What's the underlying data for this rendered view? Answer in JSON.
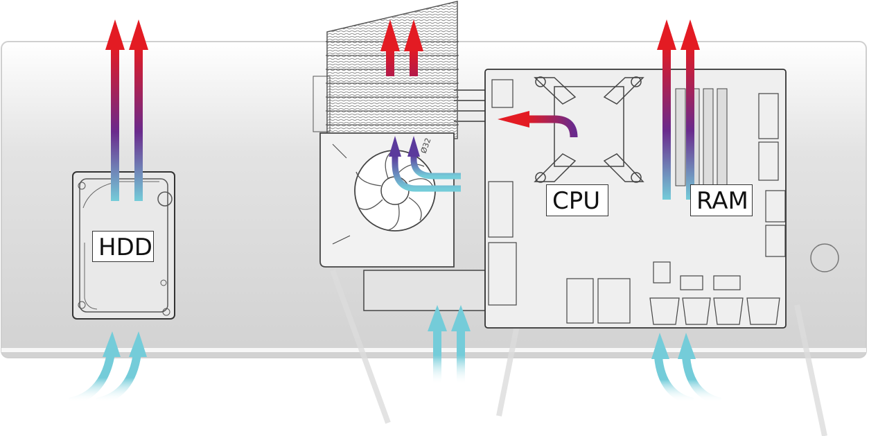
{
  "labels": {
    "hdd": "HDD",
    "cpu": "CPU",
    "ram": "RAM",
    "heatsink_fan_marking": "Ø32"
  },
  "colors": {
    "cool_air": "#74ccd9",
    "mid_air": "#6a2a8c",
    "hot_air": "#e31b23",
    "chassis": "#e6e6e6",
    "line_art": "#555555"
  },
  "icons": {
    "airflow": "airflow-arrow-icon",
    "fan": "blower-fan-icon"
  }
}
